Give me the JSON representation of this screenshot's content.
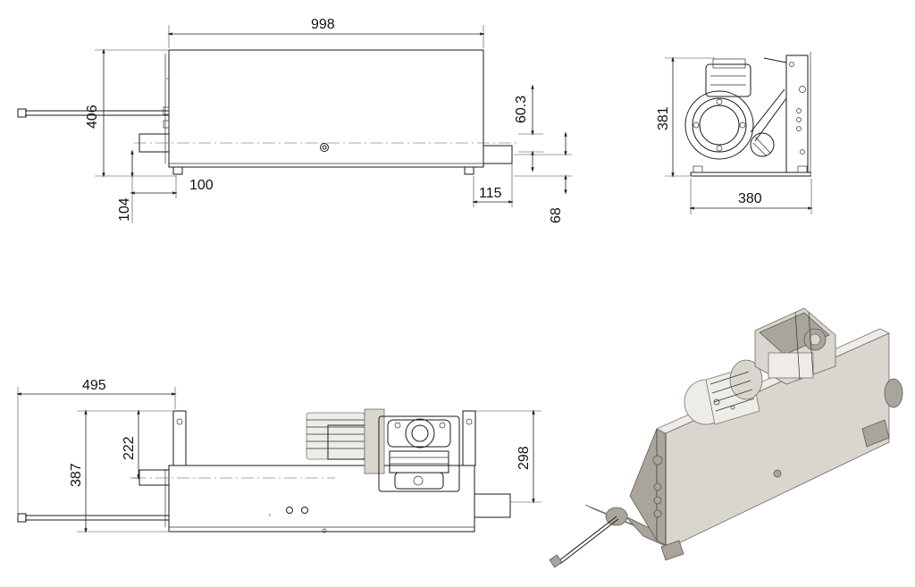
{
  "dimensions": {
    "top_width": "998",
    "top_height": "406",
    "top_pipe_height": "60.3",
    "top_foot_offset": "100",
    "top_foot_height": "104",
    "top_pipe_length": "115",
    "top_pipe_center": "68",
    "right_height": "381",
    "right_width": "380",
    "bottom_overhang": "495",
    "bottom_height": "387",
    "bottom_axis": "222",
    "bottom_motor": "298"
  },
  "colors": {
    "line": "#1a1a1a",
    "metal": "#d9d6cf"
  }
}
